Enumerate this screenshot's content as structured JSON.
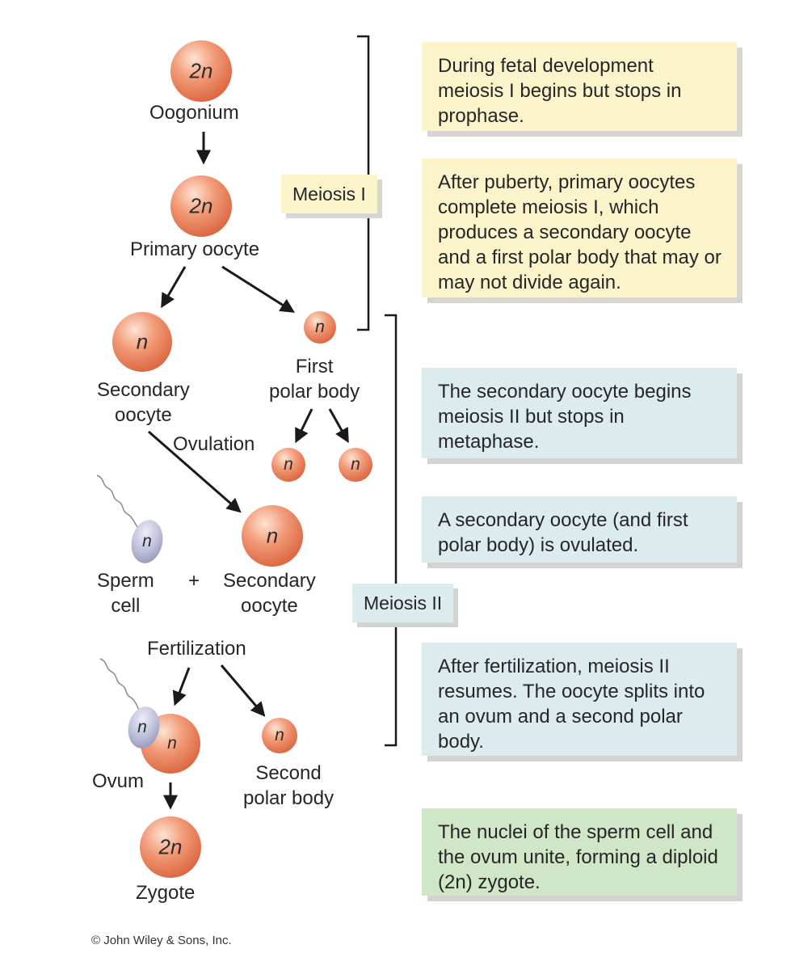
{
  "cells": {
    "oogonium": "2n",
    "primary_oocyte": "2n",
    "secondary_oocyte": "n",
    "first_polar_body": "n",
    "polar_division_1": "n",
    "polar_division_2": "n",
    "ovulated_oocyte": "n",
    "sperm": "n",
    "ovum_sperm": "n",
    "ovum": "n",
    "second_polar_body": "n",
    "zygote": "2n"
  },
  "labels": {
    "oogonium": "Oogonium",
    "primary_oocyte": "Primary oocyte",
    "secondary_oocyte": "Secondary\noocyte",
    "first_polar_body": "First\npolar body",
    "ovulation": "Ovulation",
    "sperm_cell": "Sperm\ncell",
    "plus": "+",
    "secondary_oocyte_2": "Secondary\noocyte",
    "fertilization": "Fertilization",
    "ovum": "Ovum",
    "second_polar_body": "Second\npolar body",
    "zygote": "Zygote"
  },
  "phases": {
    "meiosis_1": "Meiosis I",
    "meiosis_2": "Meiosis II"
  },
  "notes": [
    "During fetal development meiosis I begins but stops in prophase.",
    "After puberty, primary oocytes complete meiosis I, which produces a secondary oocyte and a first polar body that may or may not divide again.",
    "The secondary oocyte begins meiosis II but stops in metaphase.",
    "A secondary oocyte (and first polar body) is ovulated.",
    "After fertilization, meiosis II resumes. The oocyte splits into an ovum and a second polar body.",
    "The nuclei of the sperm cell and the ovum unite, forming a diploid (2n) zygote."
  ],
  "copyright": "© John Wiley & Sons, Inc.",
  "colors": {
    "cell": "#e8805c",
    "cell_highlight": "#fbd9c6",
    "sperm": "#b9bcd6",
    "note_yellow": "#fbf4cb",
    "note_blue": "#dcecee",
    "note_green": "#cfe6c7"
  }
}
